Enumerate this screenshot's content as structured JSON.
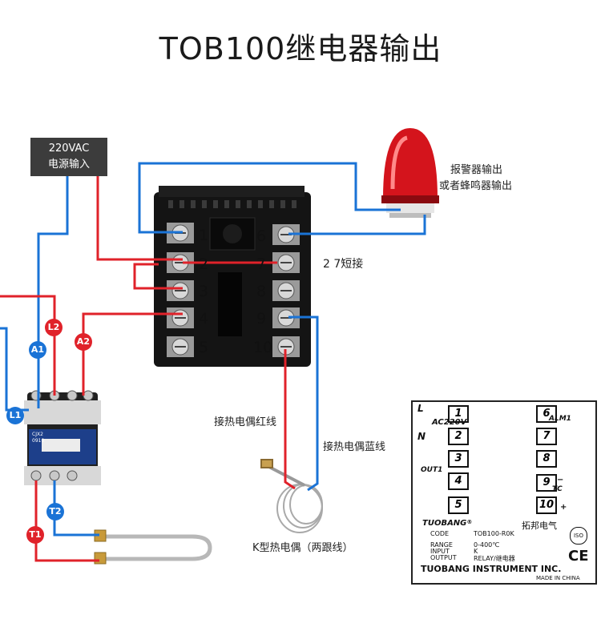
{
  "title": "TOB100继电器输出",
  "power_label_1": "220VAC",
  "power_label_2": "电源输入",
  "alarm_label_1": "报警器输出",
  "alarm_label_2": "或者蜂鸣器输出",
  "short_label": "2 7短接",
  "tc_red_label": "接热电偶红线",
  "tc_blue_label": "接热电偶蓝线",
  "tc_caption": "K型热电偶（两跟线）",
  "terminals_left": [
    "1",
    "2",
    "3",
    "4",
    "5"
  ],
  "terminals_right": [
    "6",
    "7",
    "8",
    "9",
    "10"
  ],
  "contactor_badges": {
    "l2": "L2",
    "a1": "A1",
    "a2": "A2",
    "l1": "L1",
    "t2": "T2",
    "t1": "T1"
  },
  "contactor_marks": [
    "CJX2",
    "0910"
  ],
  "card": {
    "l": "L",
    "n": "N",
    "ac": "AC220V",
    "out1": "OUT1",
    "alm1": "ALM1",
    "tc": "TC",
    "plus": "+",
    "minus": "−",
    "box_left": [
      "1",
      "2",
      "3",
      "4",
      "5"
    ],
    "box_right": [
      "6",
      "7",
      "8",
      "9",
      "10"
    ],
    "brand": "TUOBANG",
    "brand_reg": "®",
    "cn_brand": "拓邦电气",
    "code_k": "CODE",
    "code_v": "TOB100-R0K",
    "range_k": "RANGE",
    "range_v": "0-400℃",
    "input_k": "INPUT",
    "input_v": "K",
    "output_k": "OUTPUT",
    "output_v": "RELAY/继电器",
    "company": "TUOBANG INSTRUMENT INC.",
    "made": "MADE IN CHINA",
    "iso": "ISO",
    "ce": "CE"
  },
  "colors": {
    "red_wire": "#e0222a",
    "blue_wire": "#1a73d6",
    "panel": "#141414"
  }
}
